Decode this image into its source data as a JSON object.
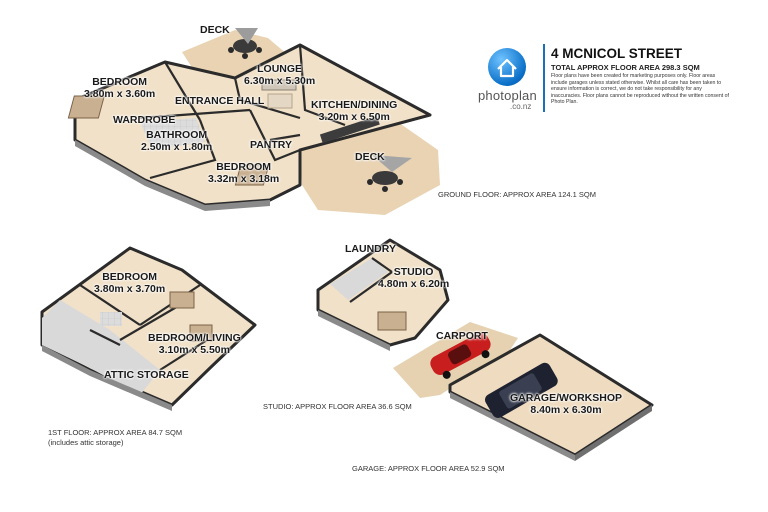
{
  "header": {
    "title": "4 MCNICOL STREET",
    "total_area": "TOTAL APPROX FLOOR AREA 298.3 SQM",
    "disclaimer": "Floor plans have been created for marketing purposes only. Floor areas include garages unless stated otherwise. Whilst all care has been taken to ensure information is correct, we do not take responsibility for any inaccuracies. Floor plans cannot be reproduced without the written consent of Photo Plan."
  },
  "brand": {
    "name": "photoplan",
    "domain": ".co.nz",
    "logo_icon": "house-in-circle-icon",
    "color": "#1b6fb6"
  },
  "floors": {
    "ground": {
      "area_label": "GROUND FLOOR: APPROX AREA 124.1 SQM",
      "rooms": {
        "deck_top": "DECK",
        "lounge": {
          "name": "LOUNGE",
          "size": "6.30m x 5.30m"
        },
        "bedroom1": {
          "name": "BEDROOM",
          "size": "3.80m x 3.60m"
        },
        "entrance_hall": "ENTRANCE HALL",
        "kitchen": {
          "name": "KITCHEN/DINING",
          "size": "3.20m x 6.50m"
        },
        "wardrobe": "WARDROBE",
        "bathroom": {
          "name": "BATHROOM",
          "size": "2.50m x 1.80m"
        },
        "pantry": "PANTRY",
        "bedroom2": {
          "name": "BEDROOM",
          "size": "3.32m x 3.18m"
        },
        "deck_right": "DECK"
      }
    },
    "first": {
      "area_label": "1ST FLOOR: APPROX AREA 84.7 SQM",
      "area_note": "(includes attic storage)",
      "rooms": {
        "bedroom": {
          "name": "BEDROOM",
          "size": "3.80m x 3.70m"
        },
        "bedroom_living": {
          "name": "BEDROOM/LIVING",
          "size": "3.10m x 5.50m"
        },
        "attic": "ATTIC STORAGE"
      }
    },
    "studio": {
      "area_label": "STUDIO: APPROX FLOOR AREA 36.6 SQM",
      "rooms": {
        "laundry": "LAUNDRY",
        "studio": {
          "name": "STUDIO",
          "size": "4.80m x 6.20m"
        }
      }
    },
    "garage": {
      "area_label": "GARAGE: APPROX FLOOR AREA 52.9 SQM",
      "rooms": {
        "carport": "CARPORT",
        "garage": {
          "name": "GARAGE/WORKSHOP",
          "size": "8.40m x 6.30m"
        }
      }
    }
  },
  "colors": {
    "wall": "#2b2b2b",
    "wall_side": "#8a8a8a",
    "floor": "#efdcc0",
    "deck": "#e9d3b3",
    "tile": "#d9d9d9"
  }
}
